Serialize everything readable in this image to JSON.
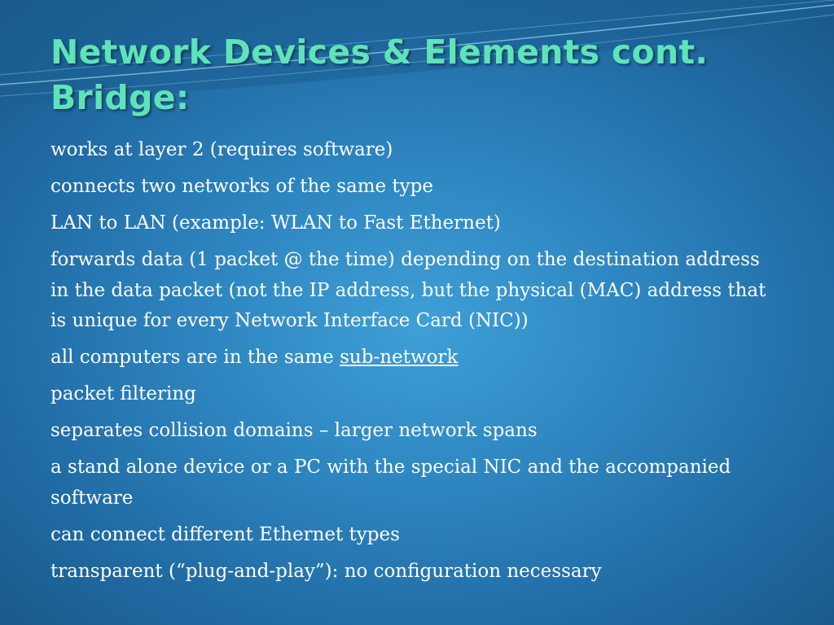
{
  "slide": {
    "title_lines": [
      "Network Devices & Elements cont.",
      "Bridge:"
    ],
    "bullets": [
      {
        "text": "works at layer 2 (requires software)"
      },
      {
        "text": "connects two networks of the same type"
      },
      {
        "text": "LAN to LAN (example: WLAN to Fast Ethernet)"
      },
      {
        "text": "forwards data (1 packet @ the time) depending on the destination address in the data packet (not the IP address, but the physical (MAC) address that is unique for every Network Interface Card (NIC))"
      },
      {
        "text": "all computers are in the same ",
        "link": "sub-network"
      },
      {
        "text": "packet filtering"
      },
      {
        "text": "separates collision domains – larger network spans"
      },
      {
        "text": "a stand alone device or a PC with the special NIC and the accompanied software"
      },
      {
        "text": "can connect different Ethernet types"
      },
      {
        "text": "transparent (“plug-and-play”): no configuration necessary"
      }
    ]
  },
  "colors": {
    "title": "#5fe3b9",
    "body_text": "#ffffff",
    "background_center": "#3f9fd6",
    "background_edge": "#185785"
  }
}
